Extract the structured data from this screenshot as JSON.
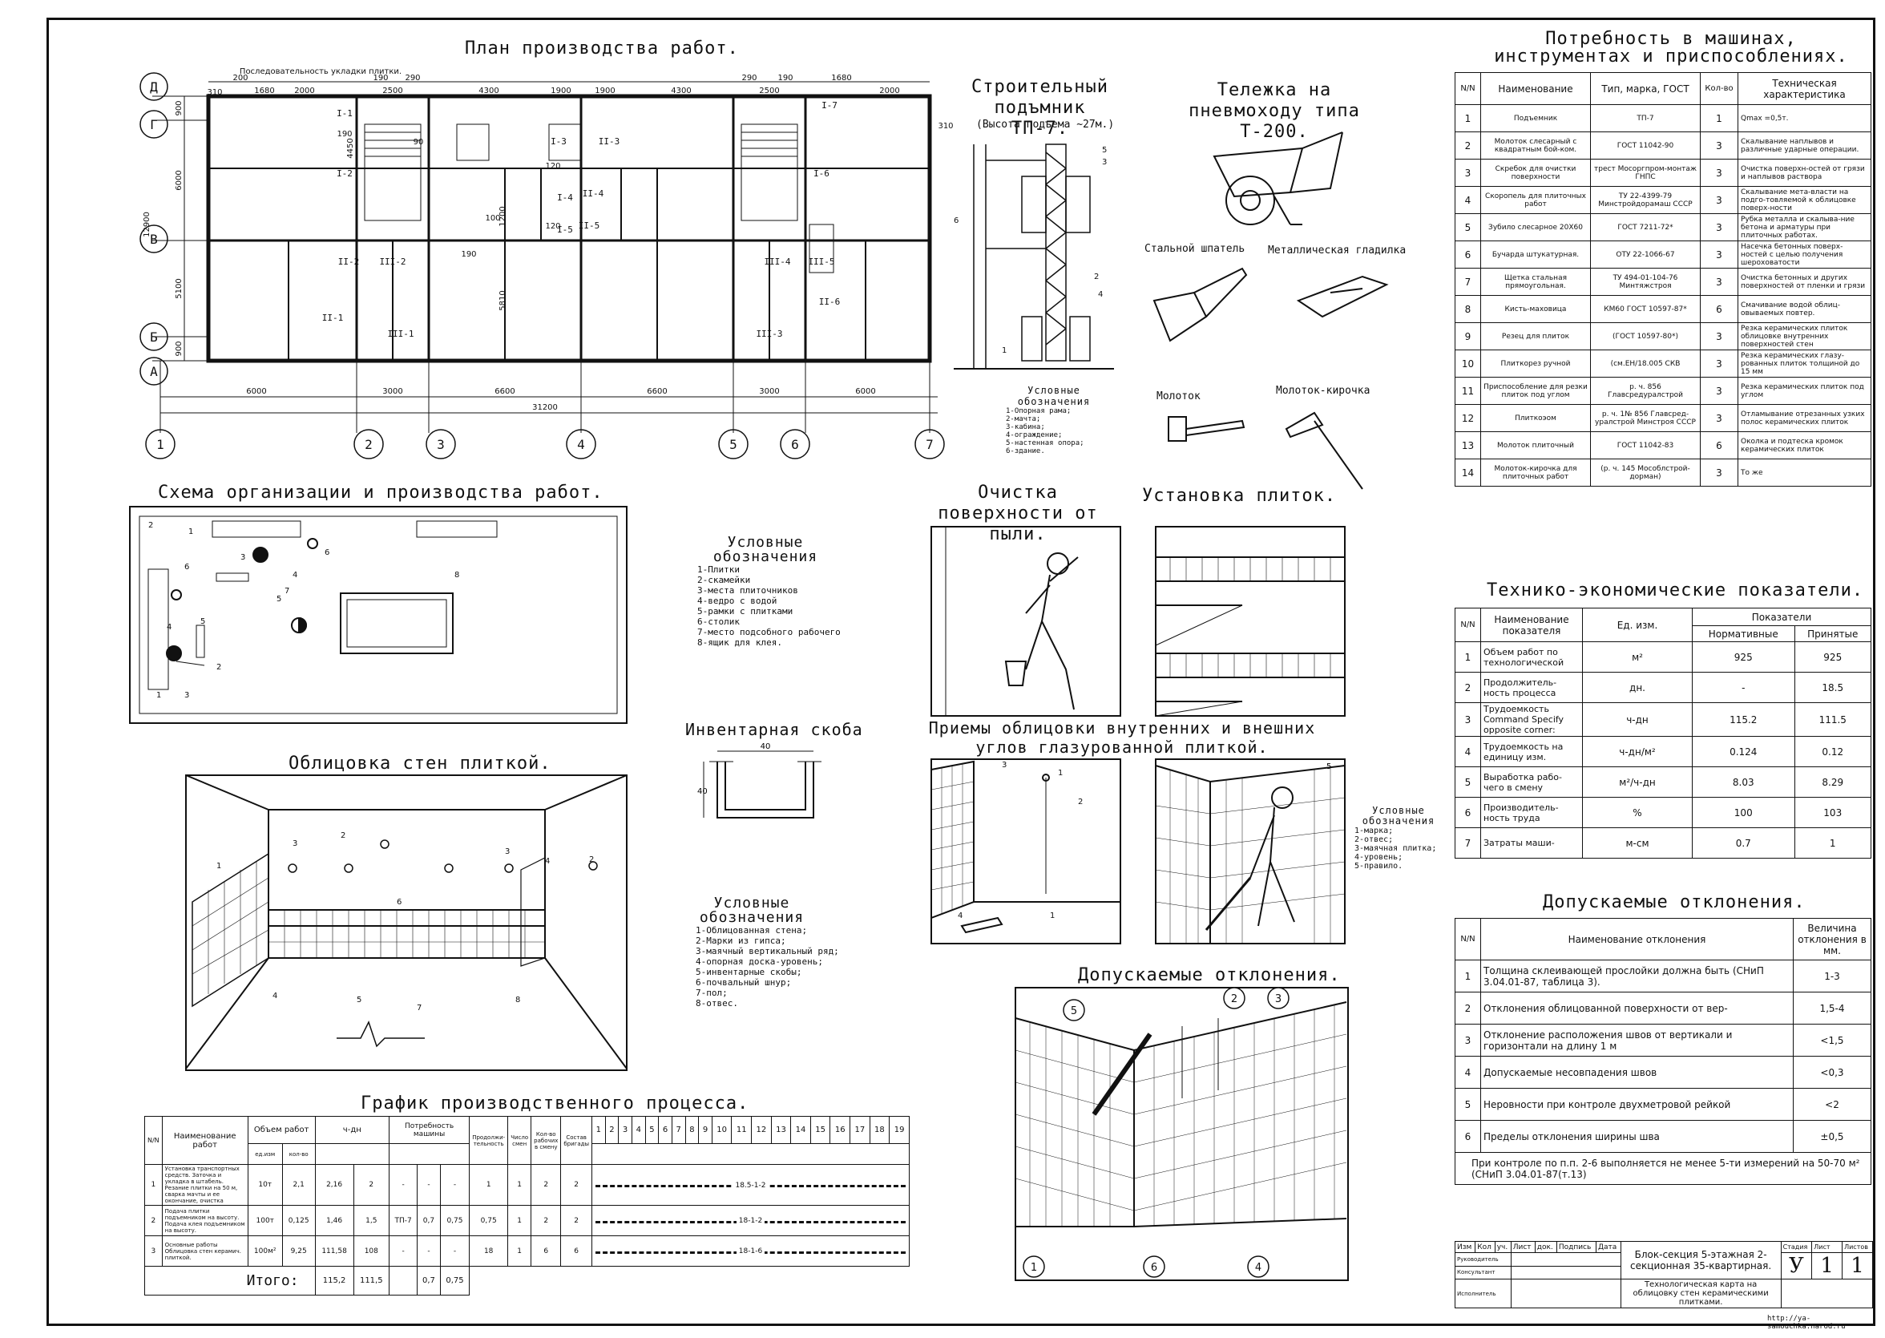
{
  "titles": {
    "plan": "План производства работ.",
    "lift": "Строительный подъмник ТП-7.",
    "lift_sub": "(Высота подъема ~27м.)",
    "cart": "Тележка на пневмоходу типа Т-200.",
    "needs": "Потребность в машинах, инструментах и приспособлениях.",
    "scheme": "Схема организации и производства работ.",
    "cleaning": "Очистка поверхности от пыли.",
    "install": "Установка плиток.",
    "cladding": "Облицовка стен плиткой.",
    "bracket": "Инвентарная скоба",
    "corners": "Приемы облицовки внутренних и внешних углов глазурованной плиткой.",
    "tech_econ": "Технико-экономические показатели.",
    "deviations_fig": "Допускаемые отклонения.",
    "deviations_tbl": "Допускаемые отклонения.",
    "schedule": "График производственного процесса."
  },
  "tools": {
    "spatula": "Стальной шпатель",
    "float": "Металлическая гладилка",
    "hammer": "Молоток",
    "hammer_pick": "Молоток-кирочка"
  },
  "plan": {
    "note": "Последовательность укладки плитки.",
    "axes_letters": [
      "Д",
      "Г",
      "В",
      "Б",
      "А"
    ],
    "axes_numbers": [
      "1",
      "2",
      "3",
      "4",
      "5",
      "6",
      "7"
    ],
    "bottom_dims": [
      "6000",
      "3000",
      "6600",
      "6600",
      "3000",
      "6000"
    ],
    "total": "31200",
    "left_dims": [
      "900",
      "6000",
      "12900",
      "5100",
      "900"
    ],
    "top_dims": [
      "310",
      "200",
      "1680",
      "2000",
      "190",
      "290",
      "2500",
      "4300",
      "1900",
      "1900",
      "4300",
      "2500",
      "290",
      "190",
      "1680",
      "2000",
      "310"
    ],
    "room_labels": [
      "I-1",
      "I-2",
      "I-3",
      "I-4",
      "I-5",
      "I-6",
      "I-7",
      "II-1",
      "II-2",
      "II-3",
      "II-4",
      "II-5",
      "II-6",
      "III-1",
      "III-2",
      "III-3",
      "III-4",
      "III-5"
    ],
    "misc_dims": [
      "190",
      "120",
      "90",
      "4450",
      "120",
      "190",
      "5810",
      "100",
      "1200"
    ]
  },
  "lift_legend": {
    "title": "Условные обозначения",
    "items": [
      "1-Опорная рама;",
      "2-мачта;",
      "3-кабина;",
      "4-ограждение;",
      "5-настенная опора;",
      "6-здание."
    ]
  },
  "scheme_legend": {
    "title": "Условные обозначения",
    "items": [
      "1-Плитки",
      "2-скамейки",
      "3-места плиточников",
      "4-ведро с водой",
      "5-рамки с плитками",
      "6-столик",
      "7-место подсобного рабочего",
      "8-ящик для клея."
    ]
  },
  "cladding_legend": {
    "title": "Условные обозначения",
    "items": [
      "1-Облицованная стена;",
      "2-Марки из гипса;",
      "3-маячный вертикальный ряд;",
      "4-опорная доска-уровень;",
      "5-инвентарные скобы;",
      "6-почвальный шнур;",
      "7-пол;",
      "8-отвес."
    ]
  },
  "corners_legend": {
    "title": "Условные обозначения",
    "items": [
      "1-марка;",
      "2-отвес;",
      "3-маячная плитка;",
      "4-уровень;",
      "5-правило."
    ]
  },
  "bracket": {
    "width": "40",
    "height": "40"
  },
  "needs_table": {
    "headers": [
      "N/N",
      "Наименование",
      "Тип, марка, ГОСТ",
      "Кол-во",
      "Техническая характеристика"
    ],
    "rows": [
      [
        "1",
        "Подъемник",
        "ТП-7",
        "1",
        "Qmax =0,5т."
      ],
      [
        "2",
        "Молоток слесарный с квадратным бой-ком.",
        "ГОСТ 11042-90",
        "3",
        "Скалывание наплывов и различные ударные операции."
      ],
      [
        "3",
        "Скребок для очистки поверхности",
        "трест Мосоргпром-монтаж ГНПС",
        "3",
        "Очистка поверхн-остей от грязи и наплывов раствора"
      ],
      [
        "4",
        "Скоропель для плиточных работ",
        "ТУ 22-4399-79 Минстройдорамаш СССР",
        "3",
        "Скалывание мета-власти на подго-товляемой к облицовке поверх-ности"
      ],
      [
        "5",
        "Зубило слесарное 20Х60",
        "ГОСТ 7211-72*",
        "3",
        "Рубка металла и скалыва-ние бетона и арматуры при плиточных работах."
      ],
      [
        "6",
        "Бучарда штукатурная.",
        "ОТУ 22-1066-67",
        "3",
        "Насечка бетонных поверх-ностей с целью получения шероховатости"
      ],
      [
        "7",
        "Щетка стальная прямоугольная.",
        "ТУ 494-01-104-76 Минтяжстроя",
        "3",
        "Очистка бетонных и других поверхностей от пленки и грязи"
      ],
      [
        "8",
        "Кисть-маховица",
        "КМ60 ГОСТ 10597-87*",
        "6",
        "Смачивание водой облиц-овываемых повтер."
      ],
      [
        "9",
        "Резец для плиток",
        "(ГОСТ 10597-80*)",
        "3",
        "Резка керамических плиток облицовке внутренних поверхностей стен"
      ],
      [
        "10",
        "Плиткорез ручной",
        "(см.ЕН/18.005 СКВ",
        "3",
        "Резка керамических глазу-рованных плиток толщиной до 15 мм"
      ],
      [
        "11",
        "Приспособление для резки плиток под углом",
        "р. ч. 856 Главсредуралстрой",
        "3",
        "Резка керамических плиток под углом"
      ],
      [
        "12",
        "Плиткоэом",
        "р. ч. 1№ 856 Главсред-уралстрой Минстроя СССР",
        "3",
        "Отламывание отрезанных узких полос керамических плиток"
      ],
      [
        "13",
        "Молоток плиточный",
        "ГОСТ 11042-83",
        "6",
        "Околка и подтеска кромок керамических плиток"
      ],
      [
        "14",
        "Молоток-кирочка для плиточных работ",
        "(р. ч. 145 Мособлстрой-дорман)",
        "3",
        "То же"
      ]
    ]
  },
  "tech_table": {
    "headers": [
      "N/N",
      "Наименование показателя",
      "Ед. изм.",
      "Показатели",
      "Нормативные",
      "Принятые"
    ],
    "rows": [
      [
        "1",
        "Объем работ по технологической",
        "м²",
        "925",
        "925"
      ],
      [
        "2",
        "Продолжитель-ность процесса",
        "дн.",
        "-",
        "18.5"
      ],
      [
        "3",
        "Трудоемкость Command Specify opposite corner:",
        "ч-дн",
        "115.2",
        "111.5"
      ],
      [
        "4",
        "Трудоемкость на единицу изм.",
        "ч-дн/м²",
        "0.124",
        "0.12"
      ],
      [
        "5",
        "Выработка рабо-чего в смену",
        "м²/ч-дн",
        "8.03",
        "8.29"
      ],
      [
        "6",
        "Производитель-ность труда",
        "%",
        "100",
        "103"
      ],
      [
        "7",
        "Затраты маши-",
        "м-см",
        "0.7",
        "1"
      ]
    ]
  },
  "dev_table": {
    "headers": [
      "N/N",
      "Наименование отклонения",
      "Величина отклонения в мм."
    ],
    "rows": [
      [
        "1",
        "Толщина склеивающей прослойки должна быть (СНиП 3.04.01-87, таблица 3).",
        "1-3"
      ],
      [
        "2",
        "Отклонения облицованной поверхности от вер-",
        "1,5-4"
      ],
      [
        "3",
        "Отклонение расположения швов от вертикали и горизонтали на длину 1 м",
        "<1,5"
      ],
      [
        "4",
        "Допускаемые несовпадения швов",
        "<0,3"
      ],
      [
        "5",
        "Неровности при контроле двухметровой рейкой",
        "<2"
      ],
      [
        "6",
        "Пределы отклонения ширины шва",
        "±0,5"
      ]
    ],
    "note": "При контроле по п.п. 2-6 выполняется не менее 5-ти измерений на 50-70 м² (СНиП 3.04.01-87(т.13)"
  },
  "schedule": {
    "headers": [
      "N/N",
      "Наименование работ",
      "Объем работ",
      "ед.изм",
      "кол-во",
      "ч-дн",
      "Потребность машины",
      "Продолжи-тельность",
      "Число смен",
      "Кол-во рабочих в смену",
      "Состав бригады"
    ],
    "days": [
      "1",
      "2",
      "3",
      "4",
      "5",
      "6",
      "7",
      "8",
      "9",
      "10",
      "11",
      "12",
      "13",
      "14",
      "15",
      "16",
      "17",
      "18",
      "19"
    ],
    "rows": [
      {
        "n": "1",
        "name": "Установка транспортных средств. Заточка и укладка в штабель. Резание плитки на 50 м, сварка мачты и ее окончание, очистка",
        "unit": "10т",
        "qty": "2,1",
        "norm": "2,16",
        "hd": "2",
        "mach": "-",
        "n1": "-",
        "n2": "-",
        "dur": "1",
        "shifts": "1",
        "workers": "2",
        "brig": "2",
        "bar": "18.5-1-2"
      },
      {
        "n": "2",
        "name": "Подача плитки подъемником на высоту. Подача клея подъемником на высоту.",
        "unit": "100т",
        "qty": "0,125",
        "norm": "1,46",
        "hd": "1,5",
        "mach": "ТП-7",
        "n1": "0,7",
        "n2": "0,75",
        "dur": "0,75",
        "shifts": "1",
        "workers": "2",
        "brig": "2",
        "bar": "18-1-2"
      },
      {
        "n": "3",
        "name": "Основные работы Облицовка стен керамич. плиткой.",
        "unit": "100м²",
        "qty": "9,25",
        "norm": "111,58",
        "hd": "108",
        "mach": "-",
        "n1": "-",
        "n2": "-",
        "dur": "18",
        "shifts": "1",
        "workers": "6",
        "brig": "6",
        "bar": "18-1-6"
      }
    ],
    "total_label": "Итого:",
    "totals": [
      "115,2",
      "111,5",
      "0,7",
      "0,75"
    ]
  },
  "stamp": {
    "row_labels": [
      "Изм",
      "Кол",
      "уч.",
      "Лист",
      "док.",
      "Подпись",
      "Дата"
    ],
    "roles": [
      "Руководитель",
      "Консультант",
      "Исполнитель"
    ],
    "project": "Блок-секция 5-этажная 2-секционная 35-квартирная.",
    "sheet_title": "Технологическая карта на облицовку стен керамическими плитками.",
    "stage_label": "Стадия",
    "sheet_label": "Лист",
    "sheets_label": "Листов",
    "stage": "У",
    "sheet": "1",
    "sheets": "1",
    "url": "http://ya-samouchka.narod.ru"
  }
}
